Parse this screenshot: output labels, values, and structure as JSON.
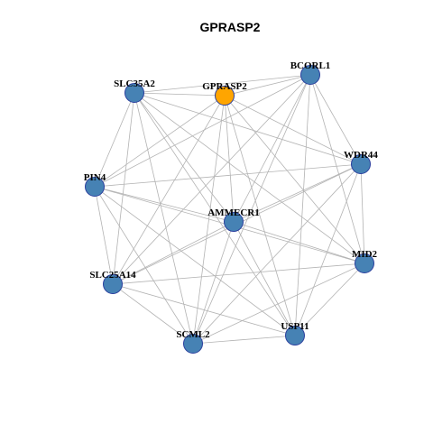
{
  "title": "GPRASP2",
  "colors": {
    "node_default": "#4682B4",
    "node_highlight": "#FFA500",
    "node_border": "#2B3F9E",
    "edge": "#B3B3B3"
  },
  "nodes": [
    {
      "id": "BCORL1",
      "label": "BCORL1",
      "highlight": false
    },
    {
      "id": "GPRASP2",
      "label": "GPRASP2",
      "highlight": true
    },
    {
      "id": "SLC35A2",
      "label": "SLC35A2",
      "highlight": false
    },
    {
      "id": "WDR44",
      "label": "WDR44",
      "highlight": false
    },
    {
      "id": "PIN4",
      "label": "PIN4",
      "highlight": false
    },
    {
      "id": "AMMECR1",
      "label": "AMMECR1",
      "highlight": false
    },
    {
      "id": "MID2",
      "label": "MID2",
      "highlight": false
    },
    {
      "id": "SLC25A14",
      "label": "SLC25A14",
      "highlight": false
    },
    {
      "id": "USP11",
      "label": "USP11",
      "highlight": false
    },
    {
      "id": "SCML2",
      "label": "SCML2",
      "highlight": false
    }
  ],
  "edges": [
    [
      "SLC35A2",
      "GPRASP2"
    ],
    [
      "SLC35A2",
      "BCORL1"
    ],
    [
      "SLC35A2",
      "PIN4"
    ],
    [
      "SLC35A2",
      "AMMECR1"
    ],
    [
      "SLC35A2",
      "MID2"
    ],
    [
      "SLC35A2",
      "USP11"
    ],
    [
      "SLC35A2",
      "SCML2"
    ],
    [
      "SLC35A2",
      "SLC25A14"
    ],
    [
      "SLC35A2",
      "WDR44"
    ],
    [
      "GPRASP2",
      "BCORL1"
    ],
    [
      "GPRASP2",
      "PIN4"
    ],
    [
      "GPRASP2",
      "AMMECR1"
    ],
    [
      "GPRASP2",
      "SLC25A14"
    ],
    [
      "GPRASP2",
      "SCML2"
    ],
    [
      "GPRASP2",
      "USP11"
    ],
    [
      "GPRASP2",
      "MID2"
    ],
    [
      "GPRASP2",
      "WDR44"
    ],
    [
      "BCORL1",
      "WDR44"
    ],
    [
      "BCORL1",
      "PIN4"
    ],
    [
      "BCORL1",
      "AMMECR1"
    ],
    [
      "BCORL1",
      "SLC25A14"
    ],
    [
      "BCORL1",
      "SCML2"
    ],
    [
      "BCORL1",
      "USP11"
    ],
    [
      "BCORL1",
      "MID2"
    ],
    [
      "WDR44",
      "PIN4"
    ],
    [
      "WDR44",
      "AMMECR1"
    ],
    [
      "WDR44",
      "MID2"
    ],
    [
      "WDR44",
      "USP11"
    ],
    [
      "WDR44",
      "SCML2"
    ],
    [
      "WDR44",
      "SLC25A14"
    ],
    [
      "PIN4",
      "AMMECR1"
    ],
    [
      "PIN4",
      "MID2"
    ],
    [
      "PIN4",
      "SLC25A14"
    ],
    [
      "PIN4",
      "SCML2"
    ],
    [
      "PIN4",
      "USP11"
    ],
    [
      "AMMECR1",
      "MID2"
    ],
    [
      "AMMECR1",
      "SLC25A14"
    ],
    [
      "AMMECR1",
      "SCML2"
    ],
    [
      "AMMECR1",
      "USP11"
    ],
    [
      "MID2",
      "SLC25A14"
    ],
    [
      "MID2",
      "USP11"
    ],
    [
      "MID2",
      "SCML2"
    ],
    [
      "SLC25A14",
      "USP11"
    ],
    [
      "SLC25A14",
      "SCML2"
    ],
    [
      "USP11",
      "SCML2"
    ]
  ]
}
